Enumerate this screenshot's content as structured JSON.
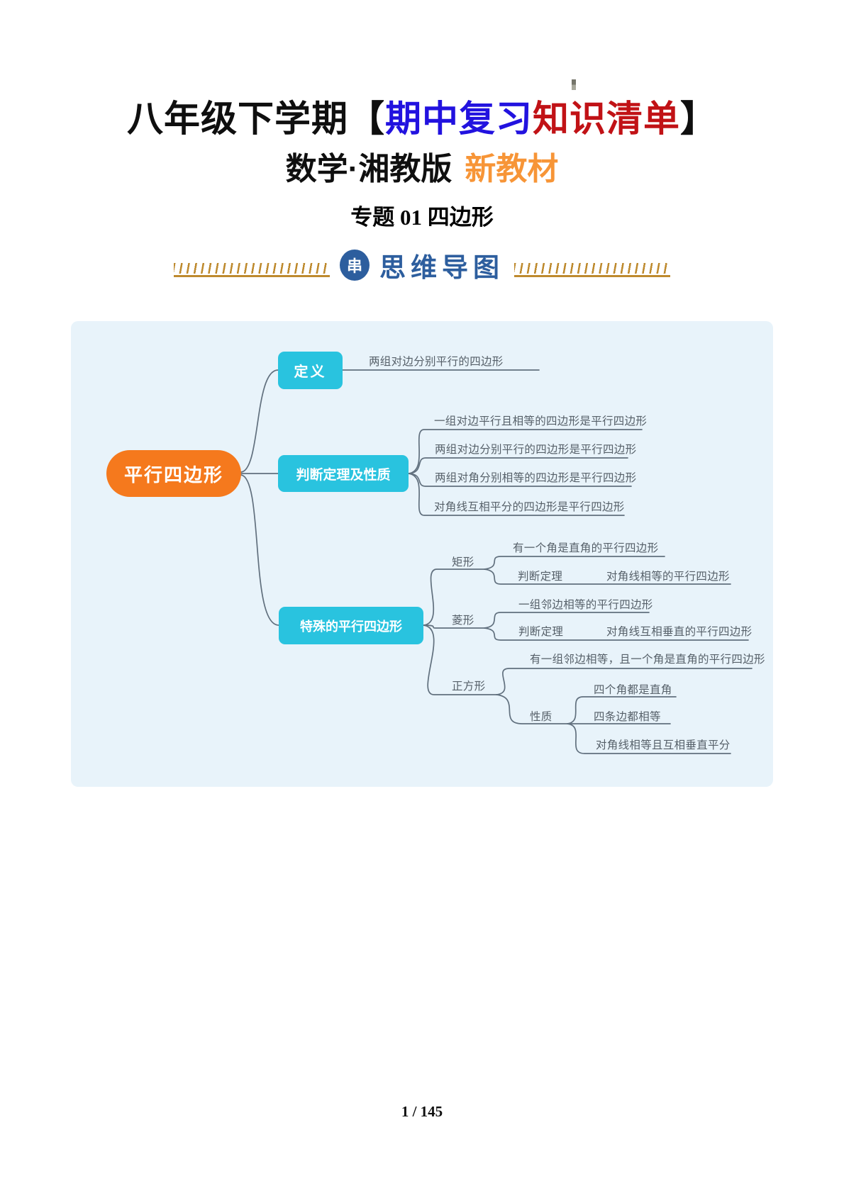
{
  "colors": {
    "title_blue": "#2212DF",
    "title_red": "#C11216",
    "accent_orange": "#F79537",
    "banner_gold": "#BE8A2E",
    "banner_blue": "#2D5E9E",
    "panel_bg": "#E8F3FA",
    "root_orange": "#F5791D",
    "node_cyan": "#29C3DF",
    "line_gray": "#61707E",
    "text_gray": "#566069"
  },
  "header": {
    "line1": {
      "black_open": "八年级下学期【",
      "blue": "期中复习",
      "red": "知识清单",
      "black_close": "】"
    },
    "line2": {
      "black": "数学·湘教版",
      "orange": "新教材"
    },
    "line3": "专题 01 四边形"
  },
  "banner": {
    "logo_char": "串",
    "label": "思维导图"
  },
  "mindmap": {
    "root": {
      "label": "平行四边形"
    },
    "definition": {
      "label": "定义",
      "leaf": "两组对边分别平行的四边形"
    },
    "judgement": {
      "label": "判断定理及性质",
      "items": [
        "一组对边平行且相等的四边形是平行四边形",
        "两组对边分别平行的四边形是平行四边形",
        "两组对角分别相等的四边形是平行四边形",
        "对角线互相平分的四边形是平行四边形"
      ]
    },
    "special": {
      "label": "特殊的平行四边形",
      "rectangle": {
        "label": "矩形",
        "direct": "有一个角是直角的平行四边形",
        "sub_label": "判断定理",
        "sub_leaf": "对角线相等的平行四边形"
      },
      "rhombus": {
        "label": "菱形",
        "direct": "一组邻边相等的平行四边形",
        "sub_label": "判断定理",
        "sub_leaf": "对角线互相垂直的平行四边形"
      },
      "square": {
        "label": "正方形",
        "direct": "有一组邻边相等，且一个角是直角的平行四边形",
        "sub_label": "性质",
        "sub_items": [
          "四个角都是直角",
          "四条边都相等",
          "对角线相等且互相垂直平分"
        ]
      }
    }
  },
  "footer": {
    "page_indicator": "1 / 145"
  }
}
